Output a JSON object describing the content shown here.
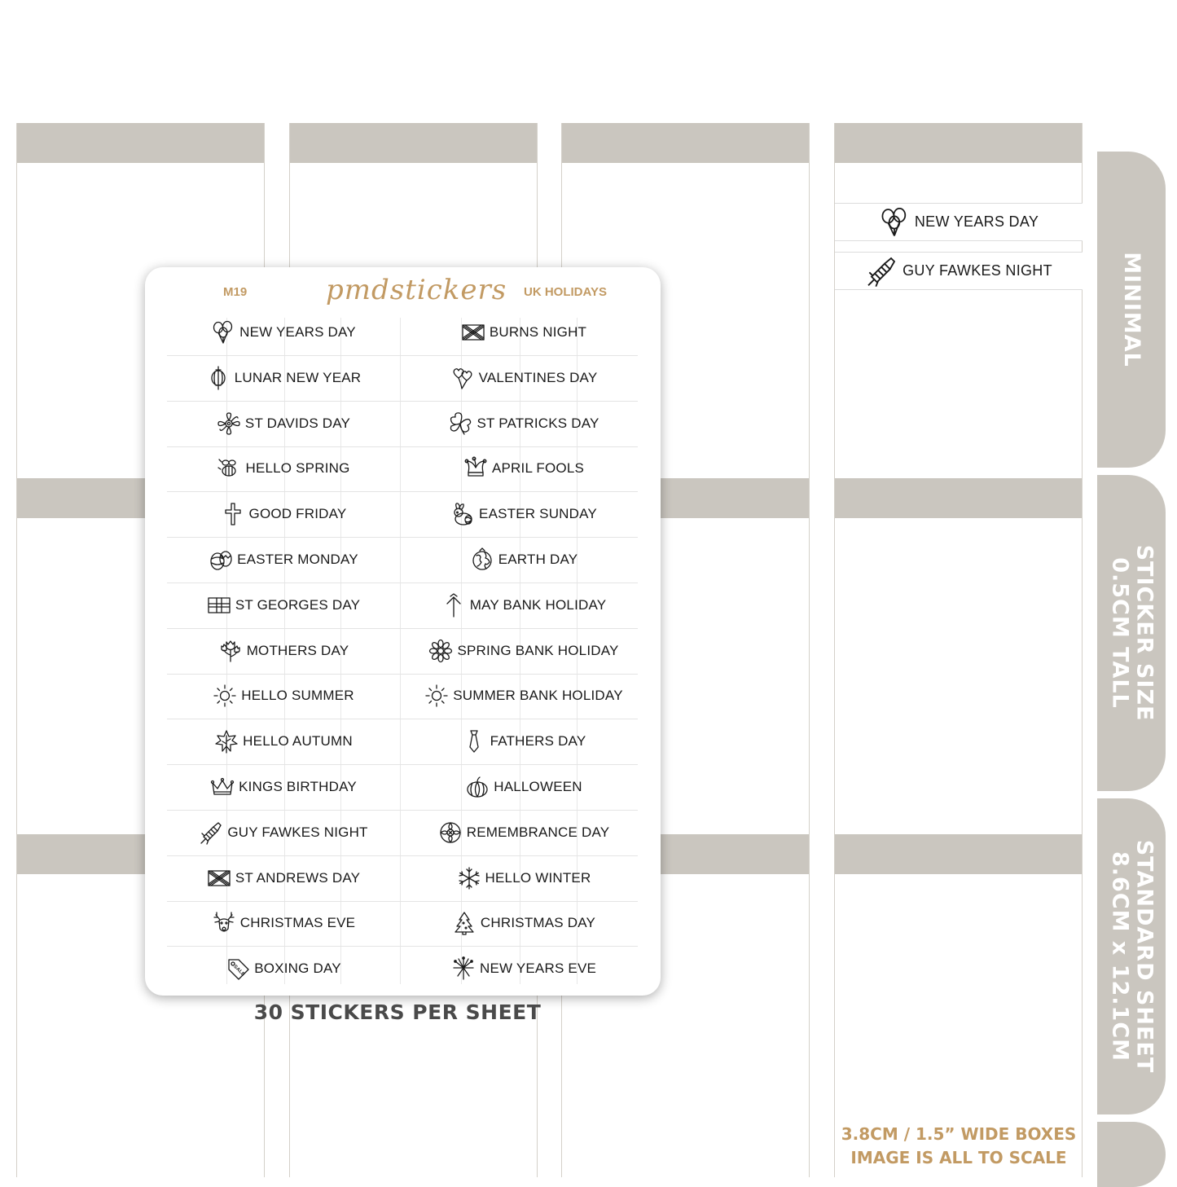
{
  "sheet": {
    "code": "M19",
    "brand": "pmdstickers",
    "series": "UK HOLIDAYS",
    "stickers_left": [
      {
        "label": "NEW YEARS DAY",
        "icon": "balloons-icon"
      },
      {
        "label": "LUNAR NEW YEAR",
        "icon": "lantern-icon"
      },
      {
        "label": "ST DAVIDS DAY",
        "icon": "daffodil-icon"
      },
      {
        "label": "HELLO SPRING",
        "icon": "bee-icon"
      },
      {
        "label": "GOOD FRIDAY",
        "icon": "cross-icon"
      },
      {
        "label": "EASTER MONDAY",
        "icon": "easter-eggs-icon"
      },
      {
        "label": "ST GEORGES DAY",
        "icon": "england-flag-icon"
      },
      {
        "label": "MOTHERS DAY",
        "icon": "tulips-icon"
      },
      {
        "label": "HELLO SUMMER",
        "icon": "sun-icon"
      },
      {
        "label": "HELLO AUTUMN",
        "icon": "leaf-icon"
      },
      {
        "label": "KINGS BIRTHDAY",
        "icon": "crown-icon"
      },
      {
        "label": "GUY FAWKES NIGHT",
        "icon": "firework-rocket-icon"
      },
      {
        "label": "ST ANDREWS DAY",
        "icon": "scotland-flag-icon"
      },
      {
        "label": "CHRISTMAS EVE",
        "icon": "reindeer-icon"
      },
      {
        "label": "BOXING DAY",
        "icon": "sale-tag-icon",
        "icon_text": "SALE"
      }
    ],
    "stickers_right": [
      {
        "label": "BURNS NIGHT",
        "icon": "scotland-flag-icon"
      },
      {
        "label": "VALENTINES DAY",
        "icon": "heart-balloons-icon"
      },
      {
        "label": "ST PATRICKS DAY",
        "icon": "shamrock-icon"
      },
      {
        "label": "APRIL FOOLS",
        "icon": "jester-hat-icon"
      },
      {
        "label": "EASTER SUNDAY",
        "icon": "bunny-icon"
      },
      {
        "label": "EARTH DAY",
        "icon": "globe-icon"
      },
      {
        "label": "MAY BANK HOLIDAY",
        "icon": "maypole-icon"
      },
      {
        "label": "SPRING BANK HOLIDAY",
        "icon": "flower-icon"
      },
      {
        "label": "SUMMER BANK HOLIDAY",
        "icon": "sun-icon"
      },
      {
        "label": "FATHERS DAY",
        "icon": "tie-icon"
      },
      {
        "label": "HALLOWEEN",
        "icon": "pumpkin-icon"
      },
      {
        "label": "REMEMBRANCE DAY",
        "icon": "poppy-icon"
      },
      {
        "label": "HELLO WINTER",
        "icon": "snowflake-icon"
      },
      {
        "label": "CHRISTMAS DAY",
        "icon": "christmas-tree-icon"
      },
      {
        "label": "NEW YEARS EVE",
        "icon": "fireworks-icon"
      }
    ],
    "per_sheet": "30 STICKERS PER SHEET"
  },
  "planner": {
    "examples": [
      {
        "label": "NEW YEARS DAY",
        "icon": "balloons-icon"
      },
      {
        "label": "GUY FAWKES NIGHT",
        "icon": "firework-rocket-icon"
      }
    ]
  },
  "tabs": {
    "minimal": "MINIMAL",
    "size_line1": "STICKER SIZE",
    "size_line2": "0.5CM TALL",
    "sheet_line1": "STANDARD SHEET",
    "sheet_line2": "8.6CM x 12.1CM"
  },
  "notes": {
    "line1": "3.8CM / 1.5” WIDE BOXES",
    "line2": "IMAGE IS ALL TO SCALE"
  },
  "colors": {
    "band": "#cac6bf",
    "accent": "#c29a63",
    "text": "#1a1a1a"
  }
}
